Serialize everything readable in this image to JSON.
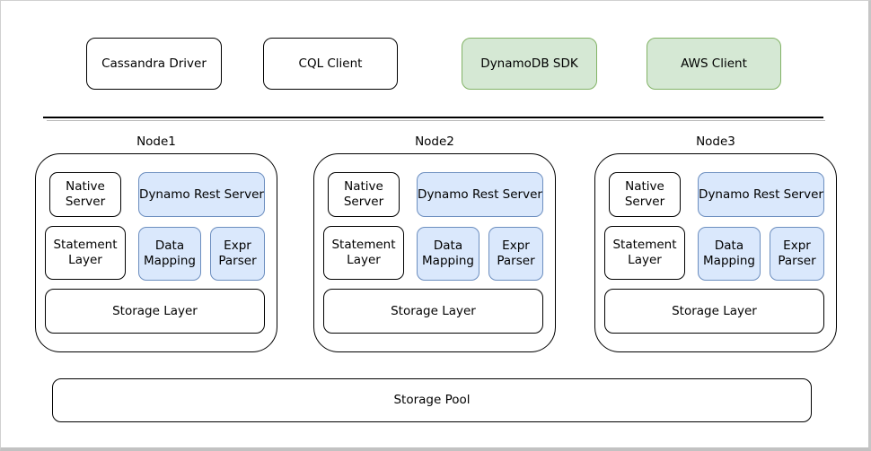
{
  "diagram": {
    "clients": [
      {
        "label": "Cassandra Driver",
        "variant": "white"
      },
      {
        "label": "CQL Client",
        "variant": "white"
      },
      {
        "label": "DynamoDB SDK",
        "variant": "green"
      },
      {
        "label": "AWS Client",
        "variant": "green"
      }
    ],
    "nodes": [
      {
        "title": "Node1",
        "components": [
          {
            "label": "Native Server",
            "variant": "white"
          },
          {
            "label": "Dynamo Rest Server",
            "variant": "blue"
          },
          {
            "label": "Statement Layer",
            "variant": "white"
          },
          {
            "label": "Data Mapping",
            "variant": "blue"
          },
          {
            "label": "Expr Parser",
            "variant": "blue"
          },
          {
            "label": "Storage Layer",
            "variant": "white"
          }
        ]
      },
      {
        "title": "Node2",
        "components": [
          {
            "label": "Native Server",
            "variant": "white"
          },
          {
            "label": "Dynamo Rest Server",
            "variant": "blue"
          },
          {
            "label": "Statement Layer",
            "variant": "white"
          },
          {
            "label": "Data Mapping",
            "variant": "blue"
          },
          {
            "label": "Expr Parser",
            "variant": "blue"
          },
          {
            "label": "Storage Layer",
            "variant": "white"
          }
        ]
      },
      {
        "title": "Node3",
        "components": [
          {
            "label": "Native Server",
            "variant": "white"
          },
          {
            "label": "Dynamo Rest Server",
            "variant": "blue"
          },
          {
            "label": "Statement Layer",
            "variant": "white"
          },
          {
            "label": "Data Mapping",
            "variant": "blue"
          },
          {
            "label": "Expr Parser",
            "variant": "blue"
          },
          {
            "label": "Storage Layer",
            "variant": "white"
          }
        ]
      }
    ],
    "storage_pool_label": "Storage Pool",
    "colors": {
      "client_green_fill": "#d5e8d4",
      "client_green_border": "#82b366",
      "component_blue_fill": "#dae8fc",
      "component_blue_border": "#6c8ebf",
      "box_border": "#000000",
      "divider_shadow": "#b8b8b8"
    }
  }
}
